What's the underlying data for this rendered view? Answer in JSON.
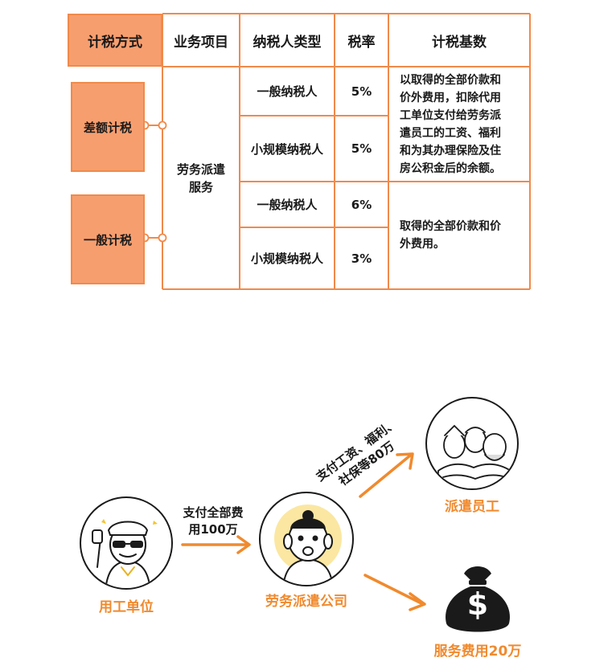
{
  "table": {
    "headers": [
      "计税方式",
      "业务项目",
      "纳税人类型",
      "税率",
      "计税基数"
    ],
    "methods": [
      {
        "label": "差额计税"
      },
      {
        "label": "一般计税"
      }
    ],
    "service": [
      "劳务派遣",
      "服务"
    ],
    "rows": [
      {
        "taxpayer": "一般纳税人",
        "rate": "5%"
      },
      {
        "taxpayer": "小规模纳税人",
        "rate": "5%"
      },
      {
        "taxpayer": "一般纳税人",
        "rate": "6%"
      },
      {
        "taxpayer": "小规模纳税人",
        "rate": "3%"
      }
    ],
    "basis": [
      [
        "以取得的全部价款和",
        "价外费用，扣除代用",
        "工单位支付给劳务派",
        "遣员工的工资、福利",
        "和为其办理保险及住",
        "房公积金后的余额。"
      ],
      [
        "取得的全部价款和价",
        "外费用。"
      ]
    ]
  },
  "flow": {
    "employer_label": "用工单位",
    "agency_label": "劳务派遣公司",
    "workers_label": "派遣员工",
    "fee_label": "服务费用20万",
    "pay_all_note": [
      "支付全部费",
      "用100万"
    ],
    "wages_note": [
      "支付工资、福利、",
      "社保等80万"
    ],
    "money_symbol": "$"
  },
  "colors": {
    "accent": "#F08A2E",
    "header_fill": "#F79E6E",
    "border": "#F08A4B"
  }
}
